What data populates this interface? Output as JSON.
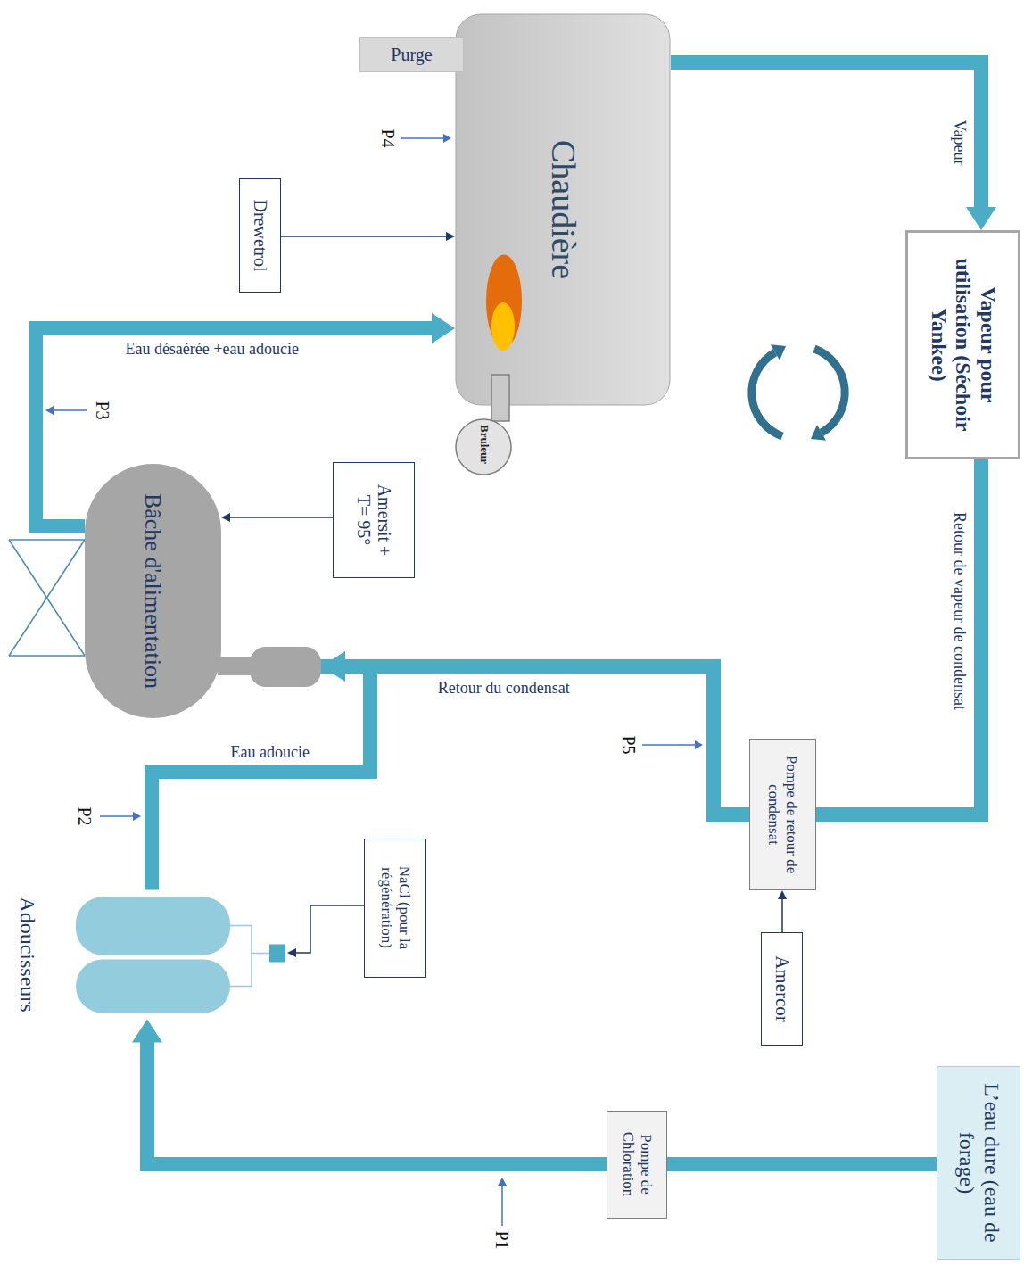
{
  "diagram": {
    "nodes": [
      {
        "text": [
          "Vapeur pour utilisation (Séchoir Yankee)"
        ]
      },
      {
        "text": [
          "L’eau dure (eau de forage)"
        ]
      },
      {
        "text": [
          "Pompe de retour de condensat"
        ]
      },
      {
        "text": [
          "Amercor"
        ]
      },
      {
        "text": [
          "Chaudière"
        ]
      },
      {
        "text": [
          "Pompe de Chloration"
        ]
      },
      {
        "text": [
          "Bruleur"
        ]
      },
      {
        "text": [
          "Purge"
        ]
      },
      {
        "text": [
          "NaCl (pour la régénération)"
        ]
      },
      {
        "text": [
          "Amersit + T= 95°"
        ]
      },
      {
        "text": [
          "Drewetrol"
        ]
      },
      {
        "text": [
          "Bâche d'alimentation"
        ]
      },
      {
        "text": [
          "Adoucisseurs"
        ]
      }
    ],
    "edges": [
      {
        "from": 4,
        "to": 0,
        "arrow": "to",
        "label": "Vapeur"
      },
      {
        "from": 0,
        "to": 2,
        "arrow": "none",
        "label": "Retour de vapeur de condensat"
      },
      {
        "from": 3,
        "to": 2,
        "arrow": "to"
      },
      {
        "from": 2,
        "to": 11,
        "arrow": "to",
        "label": "Retour du condensat"
      },
      {
        "from": 12,
        "to": 11,
        "arrow": "to",
        "label": "Eau adoucie"
      },
      {
        "from": 1,
        "to": 5,
        "arrow": "none"
      },
      {
        "from": 5,
        "to": 12,
        "arrow": "to"
      },
      {
        "from": 8,
        "to": 12,
        "arrow": "to"
      },
      {
        "from": 9,
        "to": 11,
        "arrow": "to"
      },
      {
        "from": 11,
        "to": 4,
        "arrow": "to",
        "label": "Eau désaérée +eau adoucie"
      },
      {
        "from": 10,
        "to": 4,
        "arrow": "to"
      }
    ],
    "labels": [
      "P1",
      "P2",
      "P3",
      "P4",
      "P5"
    ]
  }
}
